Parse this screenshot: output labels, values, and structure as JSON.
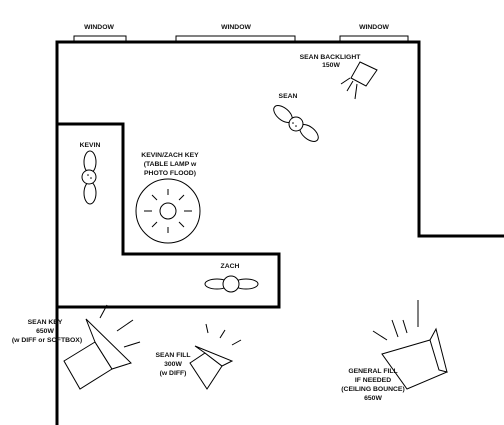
{
  "windows": [
    "WINDOW",
    "WINDOW",
    "WINDOW"
  ],
  "people": {
    "kevin": "KEVIN",
    "sean": "SEAN",
    "zach": "ZACH"
  },
  "key_lamp": {
    "lines": [
      "KEVIN/ZACH KEY",
      "(TABLE LAMP w",
      "PHOTO FLOOD)"
    ]
  },
  "lights": {
    "sean_backlight": [
      "SEAN BACKLIGHT",
      "150W"
    ],
    "sean_key": [
      "SEAN KEY",
      "650W",
      "(w DIFF or SOFTBOX)"
    ],
    "sean_fill": [
      "SEAN FILL",
      "300W",
      "(w DIFF)"
    ],
    "general_fill": [
      "GENERAL FILL",
      "IF NEEDED",
      "(CEILING BOUNCE)",
      "650W"
    ]
  }
}
